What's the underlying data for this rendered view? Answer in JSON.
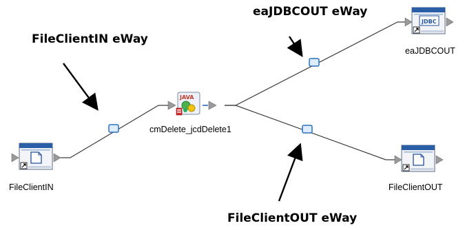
{
  "annotations": {
    "fileclientin_eway": "FileClientIN eWay",
    "eajdbcout_eway": "eaJDBCOUT eWay",
    "fileclientout_eway": "FileClientOUT eWay"
  },
  "nodes": {
    "fileclientin": "FileClientIN",
    "collaboration": "cmDelete_jcdDelete1",
    "eajdbcout": "eaJDBCOUT",
    "fileclientout": "FileClientOUT"
  },
  "icons": {
    "file_adapter": "document-icon",
    "jdbc_adapter": "jdbc-icon",
    "java_collab": "java-icon",
    "jdbc_badge": "JDBC",
    "java_badge": "JAVA"
  },
  "colors": {
    "link_line": "#3c3c3c",
    "link_box_fill": "#dcecfc",
    "link_box_stroke": "#2a6fbf",
    "window_title": "#2a5fa8",
    "triangle": "#9a9a9a"
  }
}
